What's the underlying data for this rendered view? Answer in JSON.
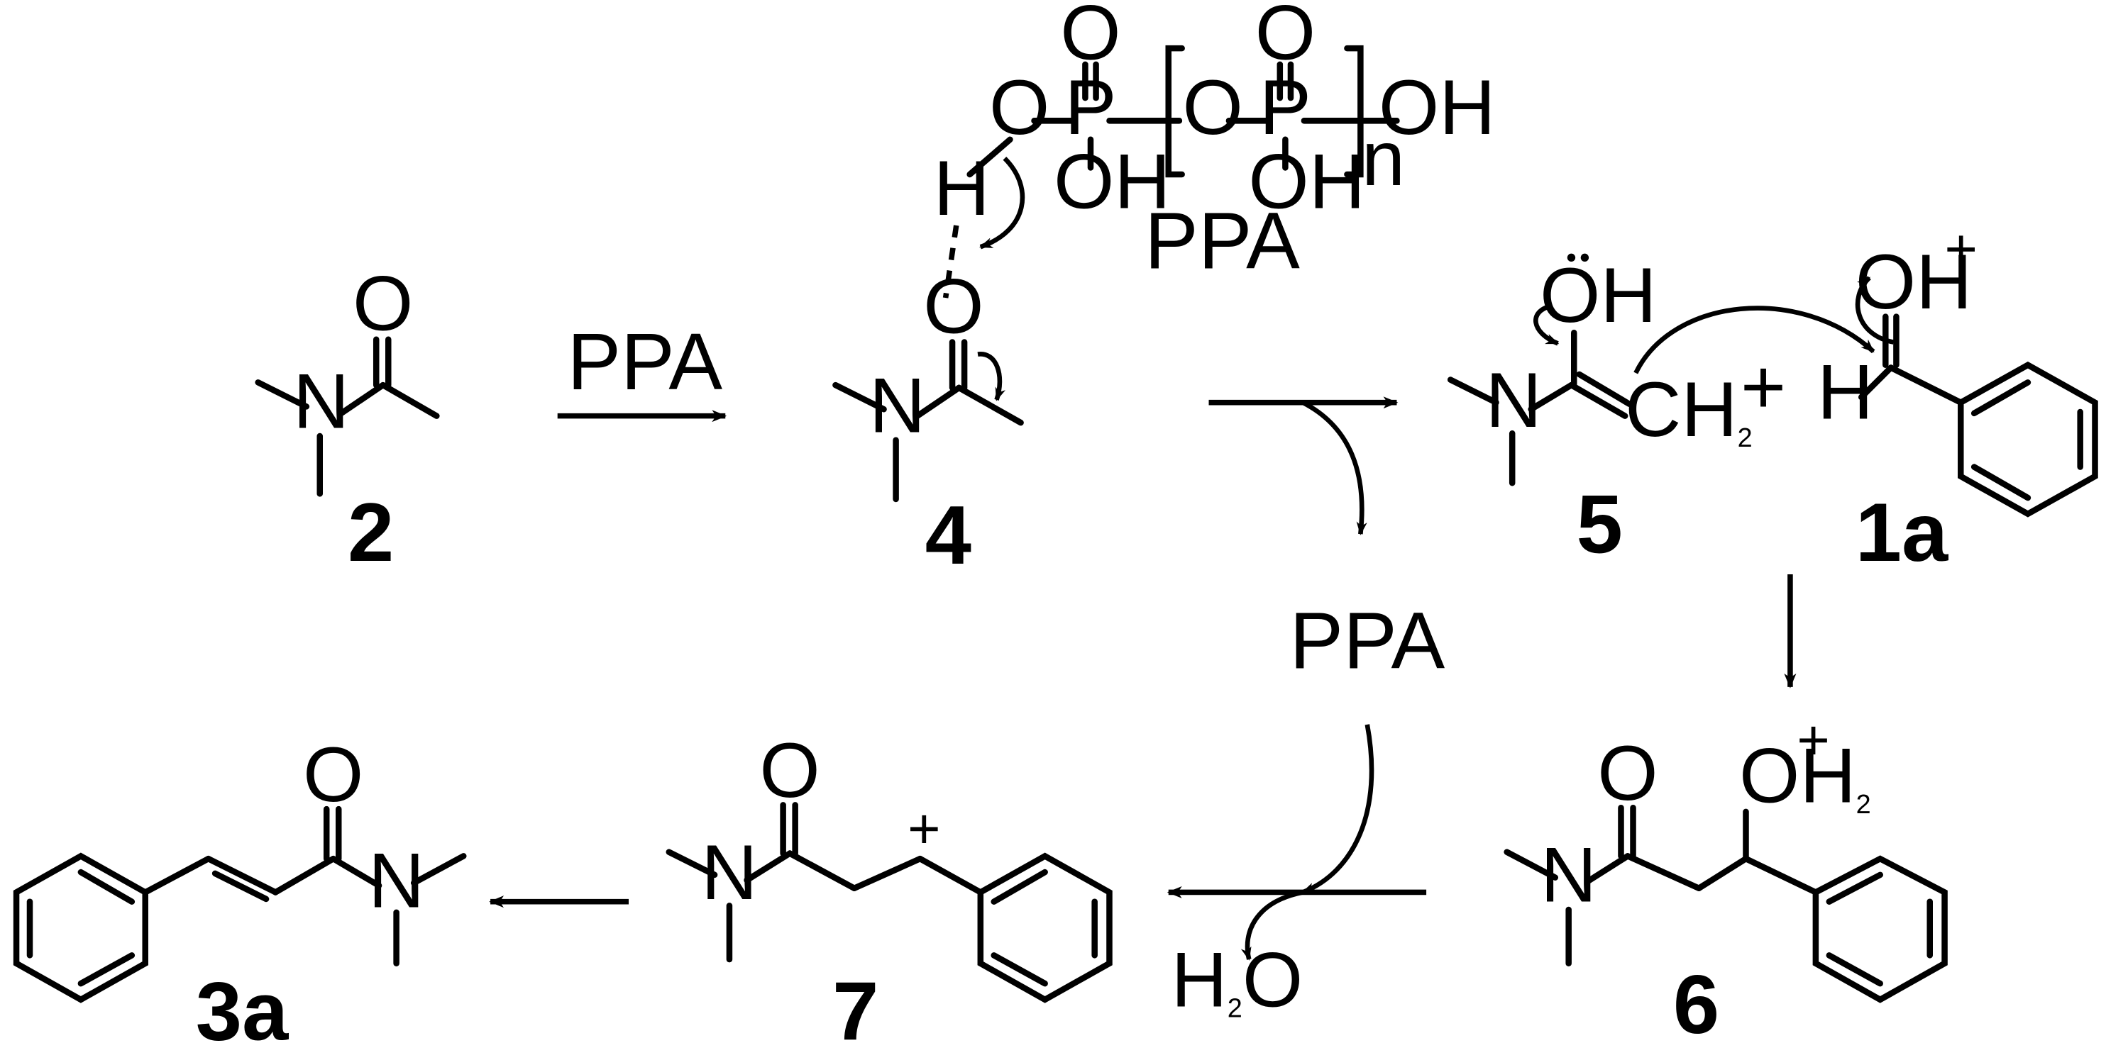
{
  "atoms": {
    "N": "N",
    "O": "O",
    "P": "P",
    "H": "H",
    "OH": "OH",
    "CH": "CH",
    "two": "2",
    "plus": "+",
    "n": "n"
  },
  "reagents": {
    "ppa_arrow_top": "PPA",
    "ppa_structure_label": "PPA",
    "ppa_released": "PPA",
    "water": "H",
    "water_o": "O"
  },
  "plus_sign": "+",
  "compounds": {
    "c2": "2",
    "c4": "4",
    "c5": "5",
    "c1a": "1a",
    "c6": "6",
    "c7": "7",
    "c3a": "3a"
  },
  "colors": {
    "ink": "#000000",
    "background": "#ffffff"
  }
}
